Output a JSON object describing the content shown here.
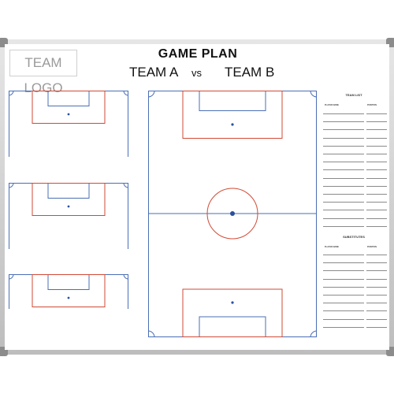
{
  "header": {
    "logo_text": "TEAM LOGO",
    "title": "GAME PLAN",
    "team_a": "TEAM A",
    "vs": "vs",
    "team_b": "TEAM B"
  },
  "team_list": {
    "title": "TEAM LIST",
    "col_player": "PLAYER NAME",
    "col_position": "POSITION"
  },
  "substitutes": {
    "title": "SUBSTITUTES",
    "col_player": "PLAYER NAME",
    "col_position": "POSITION"
  },
  "colors": {
    "blue_line": "#4a6fb5",
    "red_line": "#d04a35",
    "frame": "#c9c9c9"
  }
}
